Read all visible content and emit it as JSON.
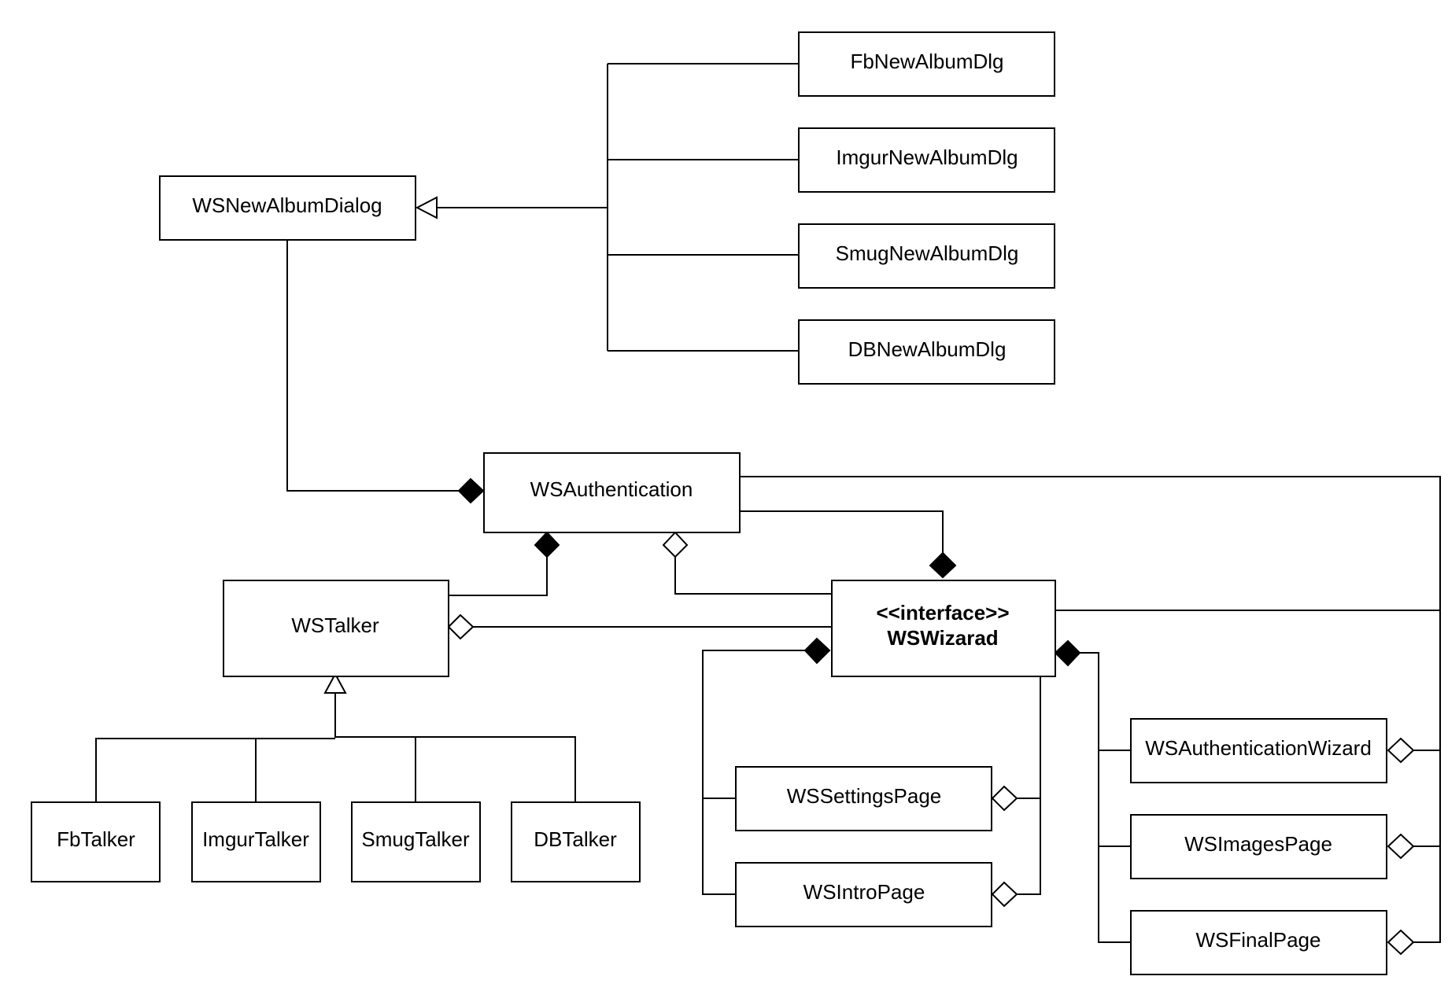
{
  "classes": {
    "ws_new_album_dialog": "WSNewAlbumDialog",
    "fb_new_album_dlg": "FbNewAlbumDlg",
    "imgur_new_album_dlg": "ImgurNewAlbumDlg",
    "smug_new_album_dlg": "SmugNewAlbumDlg",
    "db_new_album_dlg": "DBNewAlbumDlg",
    "ws_authentication": "WSAuthentication",
    "ws_talker": "WSTalker",
    "ws_wizard_stereotype": "<<interface>>",
    "ws_wizard": "WSWizarad",
    "fb_talker": "FbTalker",
    "imgur_talker": "ImgurTalker",
    "smug_talker": "SmugTalker",
    "db_talker": "DBTalker",
    "ws_settings_page": "WSSettingsPage",
    "ws_intro_page": "WSIntroPage",
    "ws_authentication_wizard": "WSAuthenticationWizard",
    "ws_images_page": "WSImagesPage",
    "ws_final_page": "WSFinalPage"
  },
  "colors": {
    "stroke": "#000000",
    "background": "#ffffff"
  }
}
